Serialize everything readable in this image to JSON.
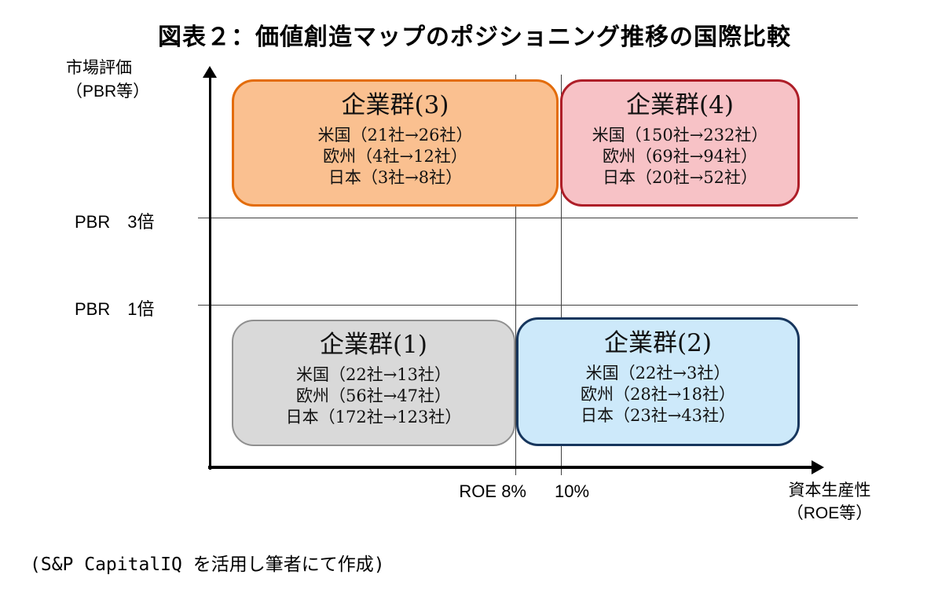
{
  "title": "図表２：価値創造マップのポジショニング推移の国際比較",
  "y_axis": {
    "label_line1": "市場評価",
    "label_line2": "（PBR等）",
    "tick_top": "PBR　3倍",
    "tick_bottom": "PBR　1倍"
  },
  "x_axis": {
    "label_line1": "資本生産性",
    "label_line2": "（ROE等）",
    "tick_left": "ROE 8%",
    "tick_right": "10%"
  },
  "boxes": [
    {
      "title": "企業群(3)",
      "lines": [
        "米国（21社→26社）",
        "欧州（4社→12社）",
        "日本（3社→8社）"
      ],
      "fill": "#FAC090",
      "border": "#E36C0A"
    },
    {
      "title": "企業群(4)",
      "lines": [
        "米国（150社→232社）",
        "欧州（69社→94社）",
        "日本（20社→52社）"
      ],
      "fill": "#F7C2C6",
      "border": "#AE1E28"
    },
    {
      "title": "企業群(1)",
      "lines": [
        "米国（22社→13社）",
        "欧州（56社→47社）",
        "日本（172社→123社）"
      ],
      "fill": "#D9D9D9",
      "border": "#8F8F8F"
    },
    {
      "title": "企業群(2)",
      "lines": [
        "米国（22社→3社）",
        "欧州（28社→18社）",
        "日本（23社→43社）"
      ],
      "fill": "#CDE9FA",
      "border": "#17365D"
    }
  ],
  "footer": "(S&P CapitalIQ を活用し筆者にて作成)",
  "colors": {
    "axis": "#000000",
    "gridline": "#404040"
  },
  "chart_data": {
    "type": "table",
    "title": "図表２：価値創造マップのポジショニング推移の国際比較",
    "x_axis": {
      "label": "資本生産性（ROE等）",
      "ticks": [
        "ROE 8%",
        "10%"
      ]
    },
    "y_axis": {
      "label": "市場評価（PBR等）",
      "ticks": [
        "PBR 3倍",
        "PBR 1倍"
      ]
    },
    "legend_position": "none",
    "groups": [
      {
        "name": "企業群(1)",
        "quadrant": "low ROE (<8%) / low PBR (<1倍)",
        "counts": [
          {
            "region": "米国",
            "from": 22,
            "to": 13
          },
          {
            "region": "欧州",
            "from": 56,
            "to": 47
          },
          {
            "region": "日本",
            "from": 172,
            "to": 123
          }
        ]
      },
      {
        "name": "企業群(2)",
        "quadrant": "high ROE (>10%) / low PBR (<1倍)",
        "counts": [
          {
            "region": "米国",
            "from": 22,
            "to": 3
          },
          {
            "region": "欧州",
            "from": 28,
            "to": 18
          },
          {
            "region": "日本",
            "from": 23,
            "to": 43
          }
        ]
      },
      {
        "name": "企業群(3)",
        "quadrant": "low ROE (<8%) / high PBR (>3倍)",
        "counts": [
          {
            "region": "米国",
            "from": 21,
            "to": 26
          },
          {
            "region": "欧州",
            "from": 4,
            "to": 12
          },
          {
            "region": "日本",
            "from": 3,
            "to": 8
          }
        ]
      },
      {
        "name": "企業群(4)",
        "quadrant": "high ROE (>10%) / high PBR (>3倍)",
        "counts": [
          {
            "region": "米国",
            "from": 150,
            "to": 232
          },
          {
            "region": "欧州",
            "from": 69,
            "to": 94
          },
          {
            "region": "日本",
            "from": 20,
            "to": 52
          }
        ]
      }
    ],
    "source": "(S&P CapitalIQ を活用し筆者にて作成)"
  }
}
